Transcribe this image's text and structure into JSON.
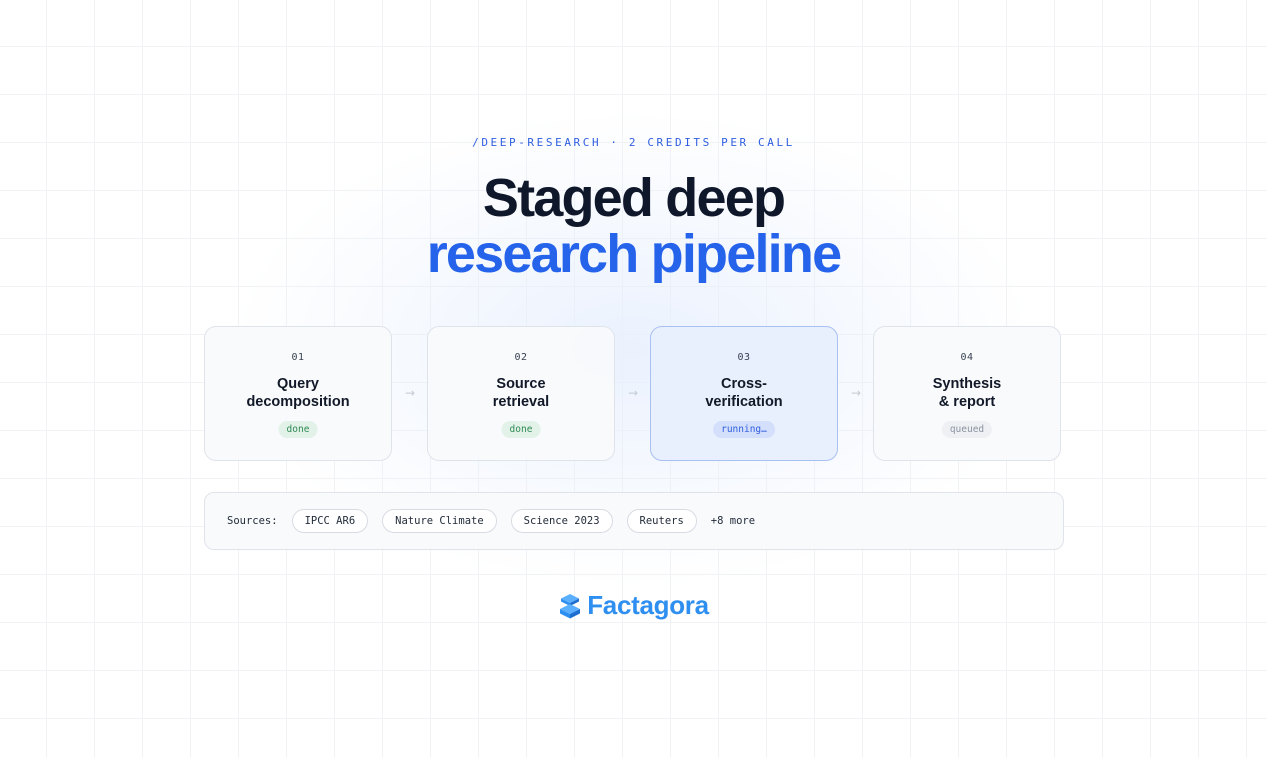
{
  "header": {
    "eyebrow": "/DEEP-RESEARCH · 2 CREDITS PER CALL",
    "title_line1": "Staged deep",
    "title_line2": "research pipeline"
  },
  "pipeline": {
    "arrow_glyph": "→",
    "stages": [
      {
        "number": "01",
        "label_line1": "Query",
        "label_line2": "decomposition",
        "status": "done"
      },
      {
        "number": "02",
        "label_line1": "Source",
        "label_line2": "retrieval",
        "status": "done"
      },
      {
        "number": "03",
        "label_line1": "Cross-",
        "label_line2": "verification",
        "status": "running…"
      },
      {
        "number": "04",
        "label_line1": "Synthesis",
        "label_line2": "& report",
        "status": "queued"
      }
    ]
  },
  "sources": {
    "label": "Sources:",
    "chips": [
      "IPCC AR6",
      "Nature Climate",
      "Science 2023",
      "Reuters"
    ],
    "more": "+8 more"
  },
  "brand": {
    "name": "Factagora",
    "icon": "stacked-cubes-icon"
  },
  "colors": {
    "accent": "#2563eb",
    "brand": "#2f8ff0",
    "done": "#2f8a55",
    "running": "#2f5fe0",
    "queued": "#8b93a1"
  }
}
